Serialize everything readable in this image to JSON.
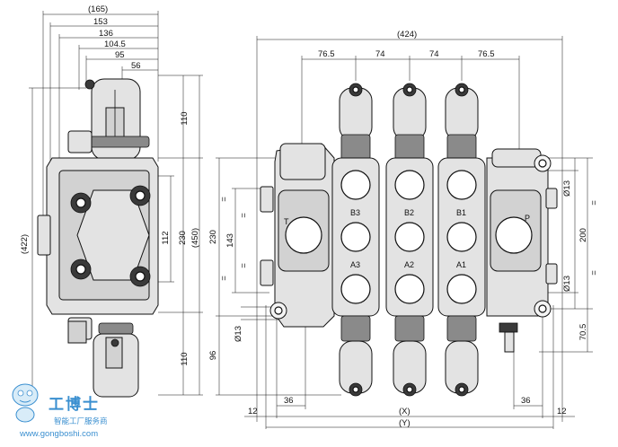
{
  "side_view": {
    "dims_top": [
      "(165)",
      "153",
      "136",
      "104.5",
      "95",
      "56"
    ],
    "dims_right": [
      "110",
      "112",
      "230",
      "(450)",
      "110"
    ],
    "dim_left": "(422)"
  },
  "front_view": {
    "dim_top_overall": "(424)",
    "dims_top_pitch": [
      "76.5",
      "74",
      "74",
      "76.5"
    ],
    "dims_left": [
      "230",
      "143",
      "96"
    ],
    "dim_left_hole": "Ø13",
    "equal_marks": [
      "=",
      "=",
      "=",
      "=",
      "=",
      "="
    ],
    "dims_right": [
      "Ø13",
      "200",
      "Ø13",
      "70.5"
    ],
    "dims_bottom": [
      "36",
      "36",
      "12",
      "(X)",
      "12",
      "(Y)"
    ],
    "ports": [
      "T",
      "P",
      "B3",
      "B2",
      "B1",
      "A3",
      "A2",
      "A1"
    ]
  },
  "watermark": {
    "title": "工博士",
    "subtitle": "智能工厂服务商",
    "url": "www.gongboshi.com",
    "color": "#3a8fd0"
  }
}
